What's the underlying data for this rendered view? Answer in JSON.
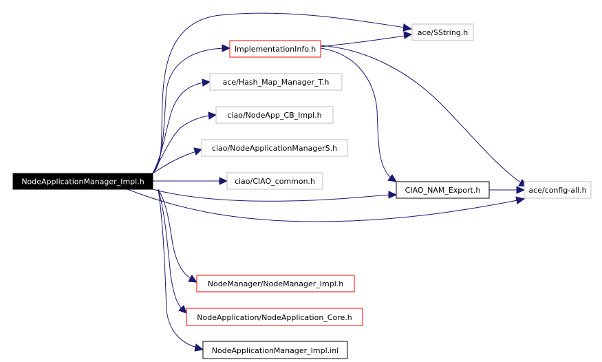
{
  "colors": {
    "edge": "#191970",
    "main_fill": "#000000",
    "main_text": "#ffffff",
    "doc_border": "#ff0000",
    "plain_border": "#000000",
    "external_border": "#bfbfbf",
    "text": "#000000"
  },
  "nodes": {
    "main": "NodeApplicationManager_Impl.h",
    "sstring": "ace/SString.h",
    "impl_info": "ImplementationInfo.h",
    "hash_map": "ace/Hash_Map_Manager_T.h",
    "cb_impl": "ciao/NodeApp_CB_Impl.h",
    "nam_s": "ciao/NodeApplicationManagerS.h",
    "ciao_common": "ciao/CIAO_common.h",
    "nam_export": "CIAO_NAM_Export.h",
    "config_all": "ace/config-all.h",
    "nm_impl": "NodeManager/NodeManager_Impl.h",
    "na_core": "NodeApplication/NodeApplication_Core.h",
    "nam_inl": "NodeApplicationManager_Impl.inl"
  }
}
